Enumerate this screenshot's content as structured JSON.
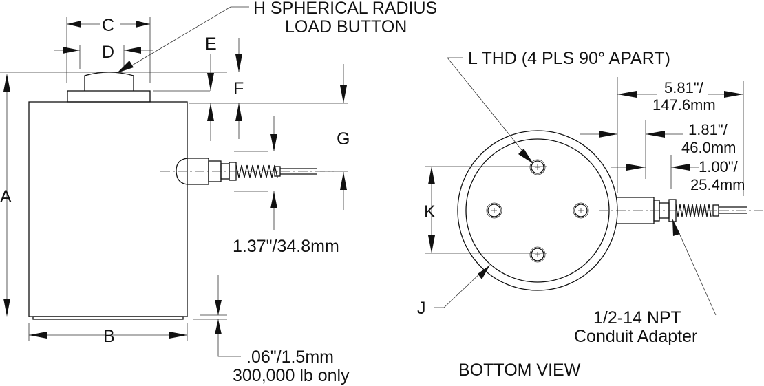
{
  "side_view": {
    "callout_h_line1": "H SPHERICAL RADIUS",
    "callout_h_line2": "LOAD BUTTON",
    "dim_a": "A",
    "dim_b": "B",
    "dim_c": "C",
    "dim_d": "D",
    "dim_e": "E",
    "dim_f": "F",
    "dim_g": "G",
    "cable_height": "1.37\"/34.8mm",
    "base_note_line1": ".06\"/1.5mm",
    "base_note_line2": "300,000 lb only"
  },
  "bottom_view": {
    "title": "BOTTOM VIEW",
    "callout_l": "L THD (4 PLS 90° APART)",
    "dim_k": "K",
    "dim_j": "J",
    "dim_overall_in": "5.81\"/",
    "dim_overall_mm": "147.6mm",
    "dim_adapter_in": "1.81\"/",
    "dim_adapter_mm": "46.0mm",
    "dim_fitting_in": "1.00\"/",
    "dim_fitting_mm": "25.4mm",
    "conduit_line1": "1/2-14 NPT",
    "conduit_line2": "Conduit Adapter"
  }
}
